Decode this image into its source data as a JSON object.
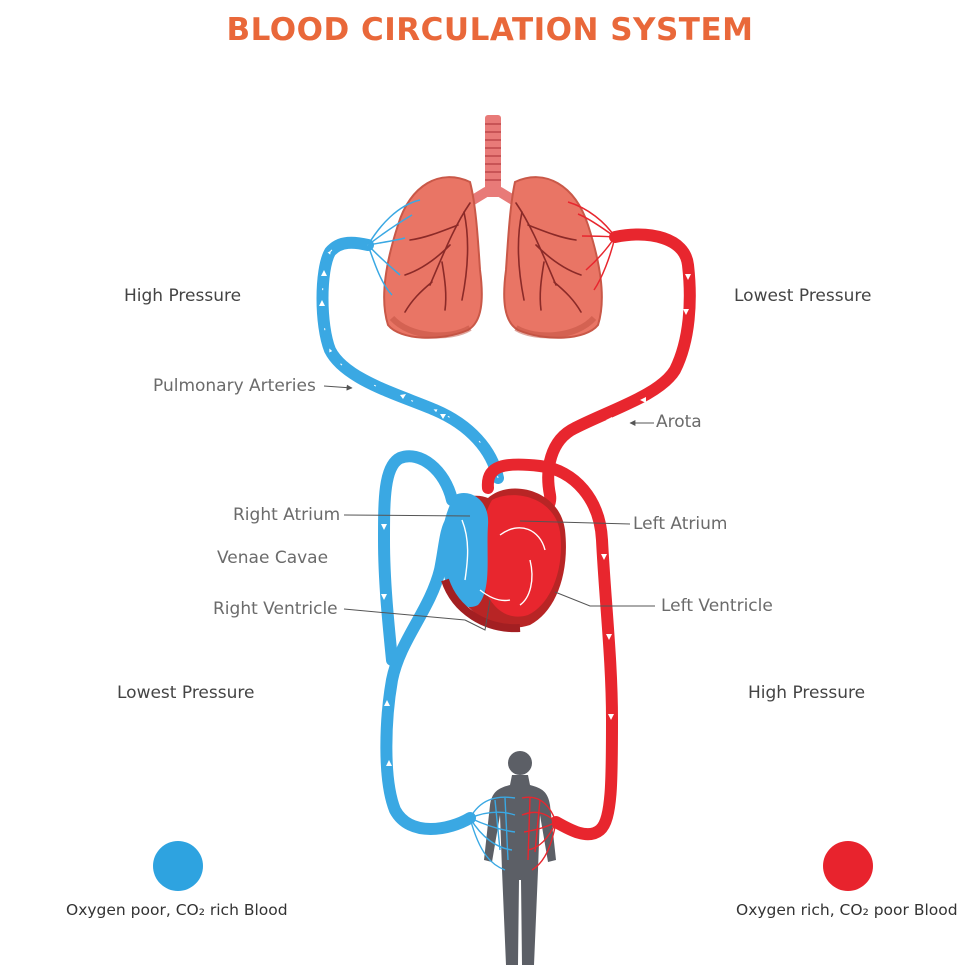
{
  "title": "BLOOD CIRCULATION SYSTEM",
  "pressure_labels": {
    "top_left": "High Pressure",
    "top_right": "Lowest Pressure",
    "bottom_left": "Lowest Pressure",
    "bottom_right": "High Pressure"
  },
  "anatomy_labels": {
    "pulmonary_arteries": "Pulmonary Arteries",
    "aorta": "Arota",
    "right_atrium": "Right Atrium",
    "venae_cavae": "Venae Cavae",
    "right_ventricle": "Right Ventricle",
    "left_atrium": "Left Atrium",
    "left_ventricle": "Left Ventricle"
  },
  "legend": {
    "deoxygenated": {
      "label": "Oxygen poor, CO₂ rich Blood",
      "color": "#2ea3e0"
    },
    "oxygenated": {
      "label": "Oxygen rich, CO₂ poor Blood",
      "color": "#e8232d"
    }
  },
  "colors": {
    "title": "#e9683a",
    "blue_vessel": "#3aa8e3",
    "red_vessel": "#e8262e",
    "lung": "#e97565",
    "heart": "#d9272d",
    "body_silhouette": "#5c5f66"
  }
}
